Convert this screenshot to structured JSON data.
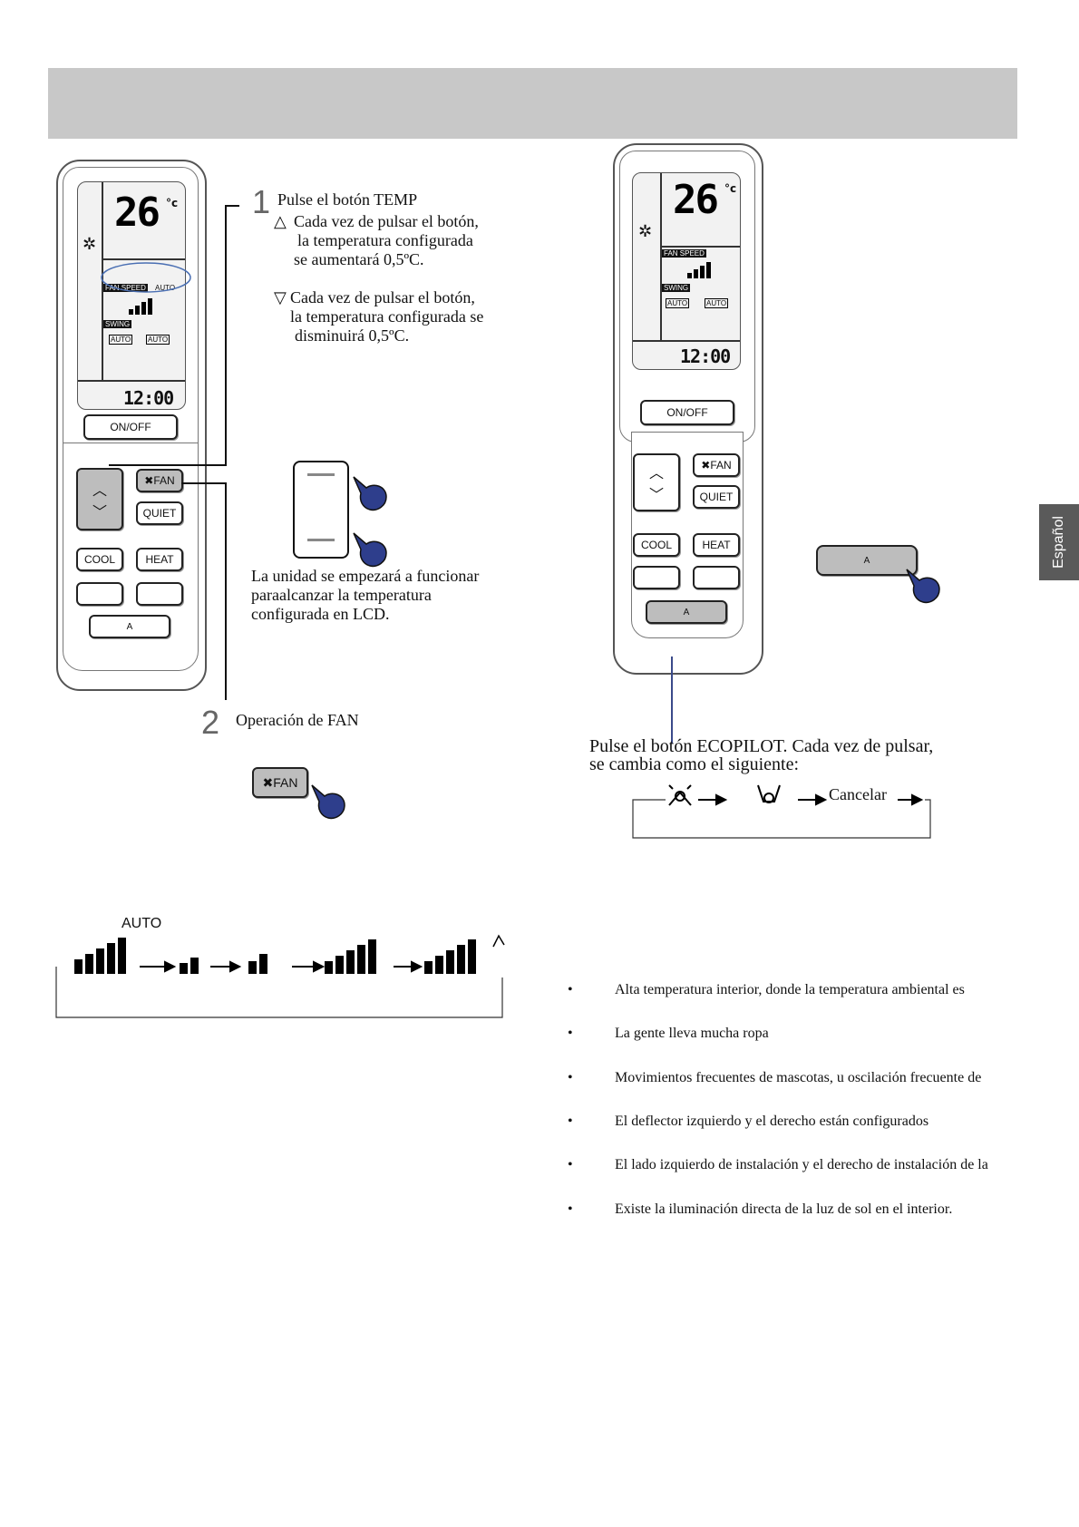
{
  "header": {
    "title": ""
  },
  "side_tab": {
    "label": "Español"
  },
  "remote": {
    "temp": "26",
    "unit": "°c",
    "fan_speed_tag": "FAN SPEED",
    "auto_tag": "AUTO",
    "swing_tag": "SWING",
    "auto_small": "AUTO",
    "clock": "12:00",
    "btn_onoff": "ON/OFF",
    "btn_fan": "FAN",
    "btn_quiet": "QUIET",
    "btn_cool": "COOL",
    "btn_heat": "HEAT",
    "btn_eco_symbol": "A"
  },
  "step1": {
    "number": "1",
    "title": "Pulse el botón TEMP",
    "up_line1": "Cada vez de pulsar el botón,",
    "up_line2": "la temperatura configurada",
    "up_line3": "se aumentará 0,5ºC.",
    "down_line1": "Cada vez de pulsar el botón,",
    "down_line2": "la temperatura configurada se",
    "down_line3": "disminuirá 0,5ºC.",
    "result_line1": "La unidad se empezará a funcionar",
    "result_line2": "paraalcanzar la temperatura",
    "result_line3": "configurada en LCD."
  },
  "step2": {
    "number": "2",
    "title": "Operación de FAN",
    "fan_button": "FAN",
    "cycle_auto_label": "AUTO"
  },
  "ecopilot": {
    "line1": "Pulse el botón ECOPILOT. Cada vez de pulsar,",
    "line2": "se cambia como el siguiente:",
    "cancel": "Cancelar"
  },
  "bullets": [
    "Alta temperatura interior, donde la temperatura ambiental es",
    "La gente lleva mucha ropa",
    "Movimientos frecuentes de mascotas, u oscilación frecuente de",
    "El deflector izquierdo y el derecho están configurados",
    "El lado izquierdo de instalación y el derecho de instalación de la",
    "Existe la iluminación directa de la luz de sol en el interior."
  ],
  "bullet_symbol": "•"
}
